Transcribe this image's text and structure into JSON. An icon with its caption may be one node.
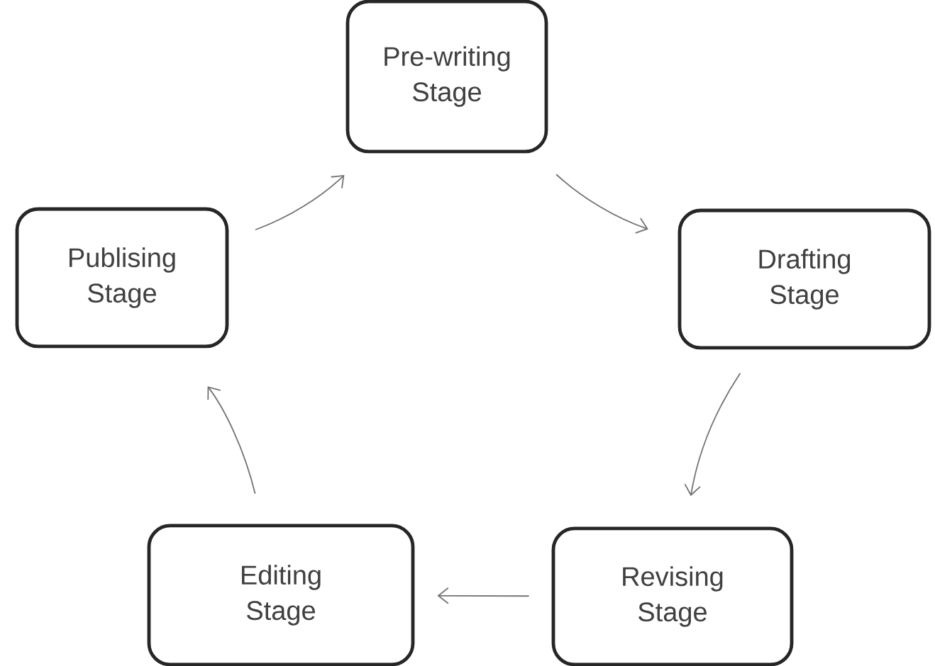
{
  "diagram": {
    "nodes": [
      {
        "text": [
          "Pre-writing Stage"
        ]
      },
      {
        "text": [
          "Drafting Stage"
        ]
      },
      {
        "text": [
          "Revising Stage"
        ]
      },
      {
        "text": [
          "Editing Stage"
        ]
      },
      {
        "text": [
          "Publising Stage"
        ]
      }
    ],
    "edges": [
      {
        "from": 0,
        "to": 1,
        "arrow": "to"
      },
      {
        "from": 1,
        "to": 2,
        "arrow": "to"
      },
      {
        "from": 2,
        "to": 3,
        "arrow": "to"
      },
      {
        "from": 3,
        "to": 4,
        "arrow": "to"
      },
      {
        "from": 4,
        "to": 0,
        "arrow": "to"
      }
    ]
  }
}
